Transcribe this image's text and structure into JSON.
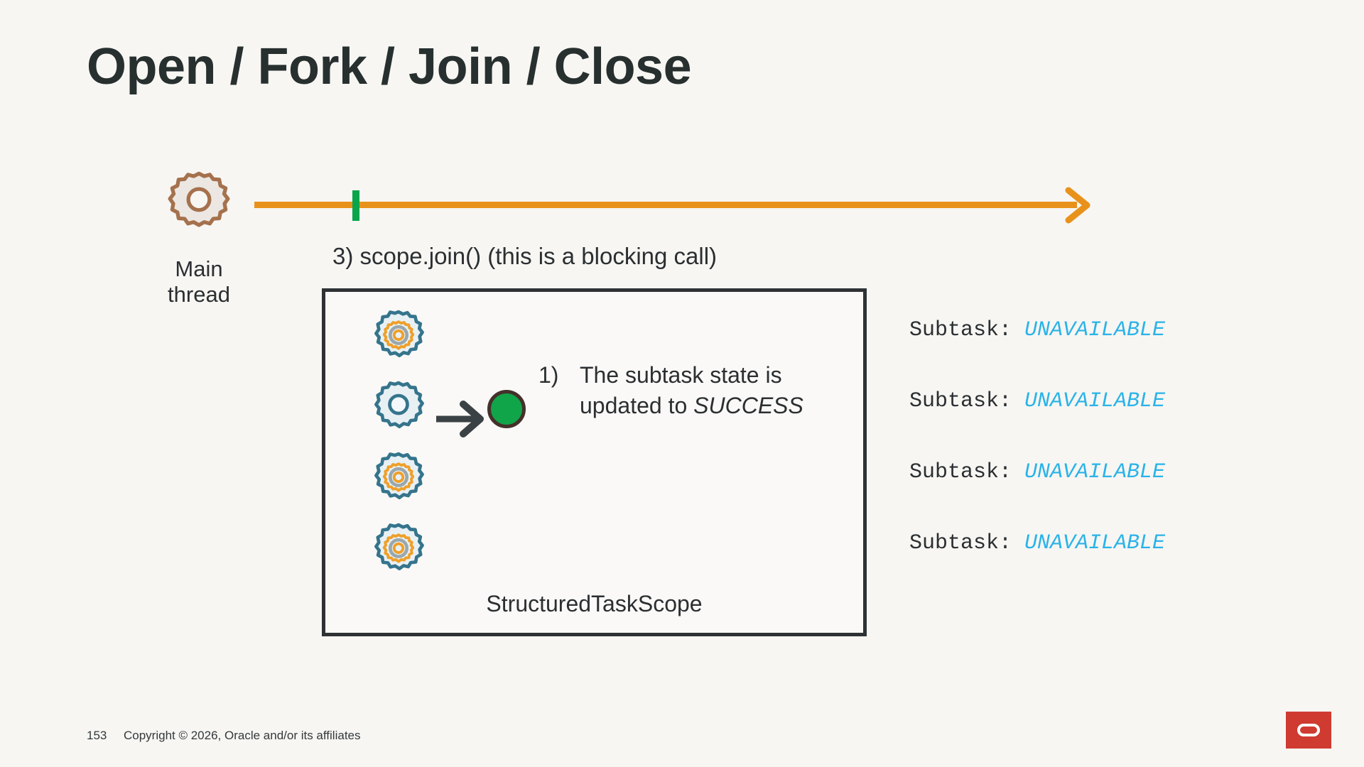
{
  "slide": {
    "title": "Open / Fork / Join / Close",
    "background_color": "#f7f6f3",
    "title_color": "#27302f"
  },
  "main_thread": {
    "label": "Main\nthread",
    "gear_icon": "gear-icon",
    "gear_stroke_color": "#a5714d",
    "gear_fill_color": "#ece7e2"
  },
  "timeline": {
    "color": "#e8921c",
    "arrow_icon": "arrow-right-icon",
    "tick_icon": "join-tick-marker",
    "tick_color": "#0aa54b",
    "caption": "3) scope.join() (this is a blocking call)"
  },
  "scope": {
    "label": "StructuredTaskScope",
    "border_color": "#2e3234",
    "gears": [
      {
        "name": "subtask-gear-1",
        "state": "running"
      },
      {
        "name": "subtask-gear-2",
        "state": "completed"
      },
      {
        "name": "subtask-gear-3",
        "state": "running"
      },
      {
        "name": "subtask-gear-4",
        "state": "running"
      }
    ],
    "success_marker": {
      "icon": "arrow-right-icon",
      "dot_icon": "success-dot-icon",
      "dot_color": "#11a54a",
      "dot_border_color": "#45302a"
    },
    "note": {
      "number": "1)",
      "text_before": "The subtask state is updated to ",
      "state": "SUCCESS"
    }
  },
  "subtask_status": {
    "value_color": "#2ab3e8",
    "rows": [
      {
        "label": "Subtask: ",
        "value": "UNAVAILABLE"
      },
      {
        "label": "Subtask: ",
        "value": "UNAVAILABLE"
      },
      {
        "label": "Subtask: ",
        "value": "UNAVAILABLE"
      },
      {
        "label": "Subtask: ",
        "value": "UNAVAILABLE"
      }
    ]
  },
  "footer": {
    "page_number": "153",
    "copyright": "Copyright © 2026, Oracle and/or its affiliates",
    "logo_name": "oracle-logo",
    "logo_color": "#cf3a31"
  }
}
